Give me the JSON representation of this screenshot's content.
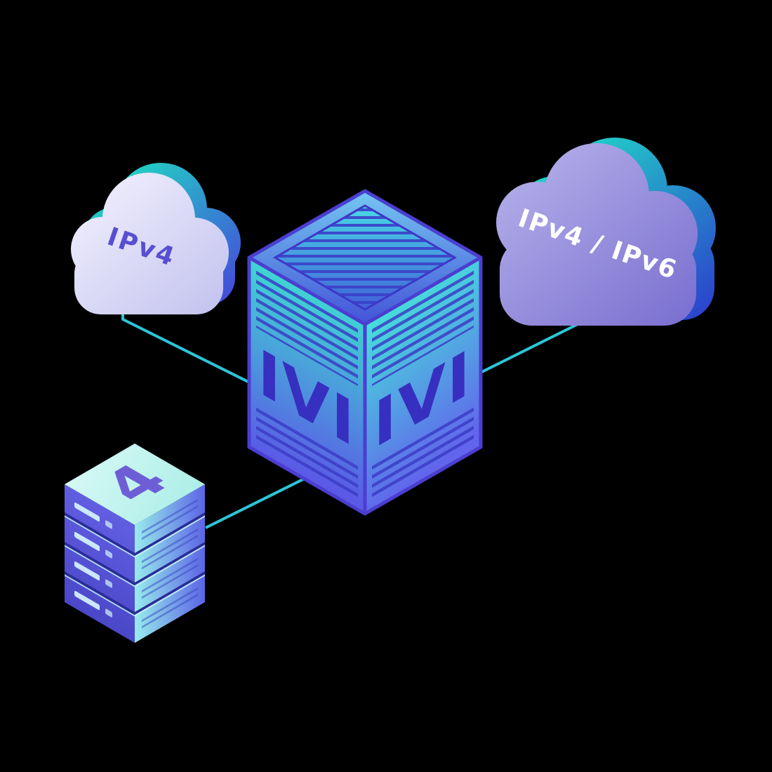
{
  "diagram": {
    "background_color": "#000000",
    "nodes": {
      "ipv4_cloud": {
        "label": "IPv4"
      },
      "dual_stack_cloud": {
        "label": "IPv4 / IPv6"
      },
      "ivi_cube": {
        "left_face_label": "IVI",
        "right_face_label": "IVI"
      },
      "server_stack": {
        "top_label": "4",
        "layers": 4
      }
    },
    "connections": [
      {
        "from": "ipv4_cloud",
        "to": "ivi_cube"
      },
      {
        "from": "dual_stack_cloud",
        "to": "ivi_cube"
      },
      {
        "from": "server_stack",
        "to": "ivi_cube"
      }
    ],
    "colors": {
      "connector_teal": "#2cc5d8",
      "teal_accent": "#21dcc4",
      "indigo_edge": "#4b3ed0",
      "cloud_left_fill": "#d9d8f4",
      "cloud_right_fill": "#8f86d8",
      "label_purple": "#584ed2",
      "label_white": "#ffffff",
      "cube_face_teal": "#43ded8",
      "cube_face_blue": "#5a5ae6"
    }
  }
}
